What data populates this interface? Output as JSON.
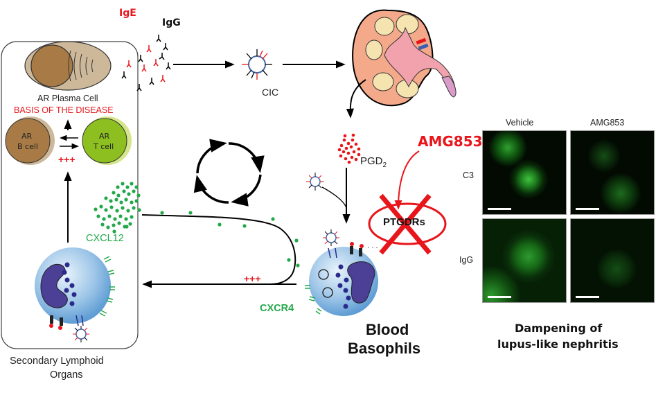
{
  "labels": {
    "ige": "IgE",
    "igg": "IgG",
    "plasma_cell": "AR Plasma Cell",
    "basis": "BASIS OF THE DISEASE",
    "b_cell_1": "AR",
    "b_cell_2": "B cell",
    "t_cell_1": "AR",
    "t_cell_2": "T cell",
    "plus_left": "+++",
    "cxcl12": "CXCL12",
    "secondary_1": "Secondary Lymphoid",
    "secondary_2": "Organs",
    "cic": "CIC",
    "pgd2": "PGD",
    "pgd2_sub": "2",
    "amg853": "AMG853",
    "ptgdrs": "PTGDRs",
    "plus_mid": "+++",
    "cxcr4": "CXCR4",
    "blood_1": "Blood",
    "blood_2": "Basophils",
    "damp_1": "Dampening of",
    "damp_2": "lupus-like nephritis"
  },
  "micrographs": {
    "columns": [
      "Vehicle",
      "AMG853"
    ],
    "rows": [
      "C3",
      "IgG"
    ]
  },
  "colors": {
    "red": "#e8151b",
    "green": "#22a84a",
    "nucleus": "#4b3f96",
    "plasma_fill": "#cdb89a",
    "bcell": "#a87a46",
    "tcell": "#8cbf1f",
    "kidney": "#f4a98b"
  }
}
